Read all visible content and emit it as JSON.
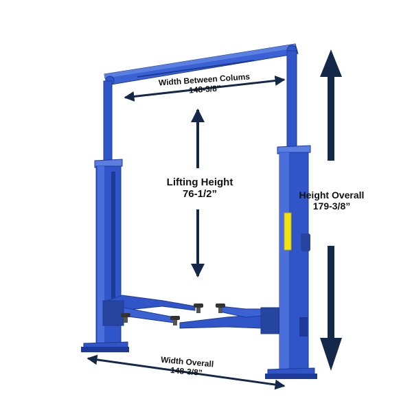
{
  "colors": {
    "lift_blue": "#2f55c8",
    "lift_blue_dark": "#1d3a98",
    "lift_blue_light": "#5a7fe0",
    "arrow_navy": "#14294a",
    "warning_yellow": "#f2e21a",
    "background": "#ffffff"
  },
  "labels": {
    "width_between": {
      "title": "Width Between Colums",
      "value": "148-3/8”"
    },
    "lifting_height": {
      "title": "Lifting Height",
      "value": "76-1/2”"
    },
    "height_overall": {
      "title": "Height Overall",
      "value": "179-3/8”"
    },
    "width_overall": {
      "title": "Width Overall",
      "value": "148-3/8”"
    }
  }
}
